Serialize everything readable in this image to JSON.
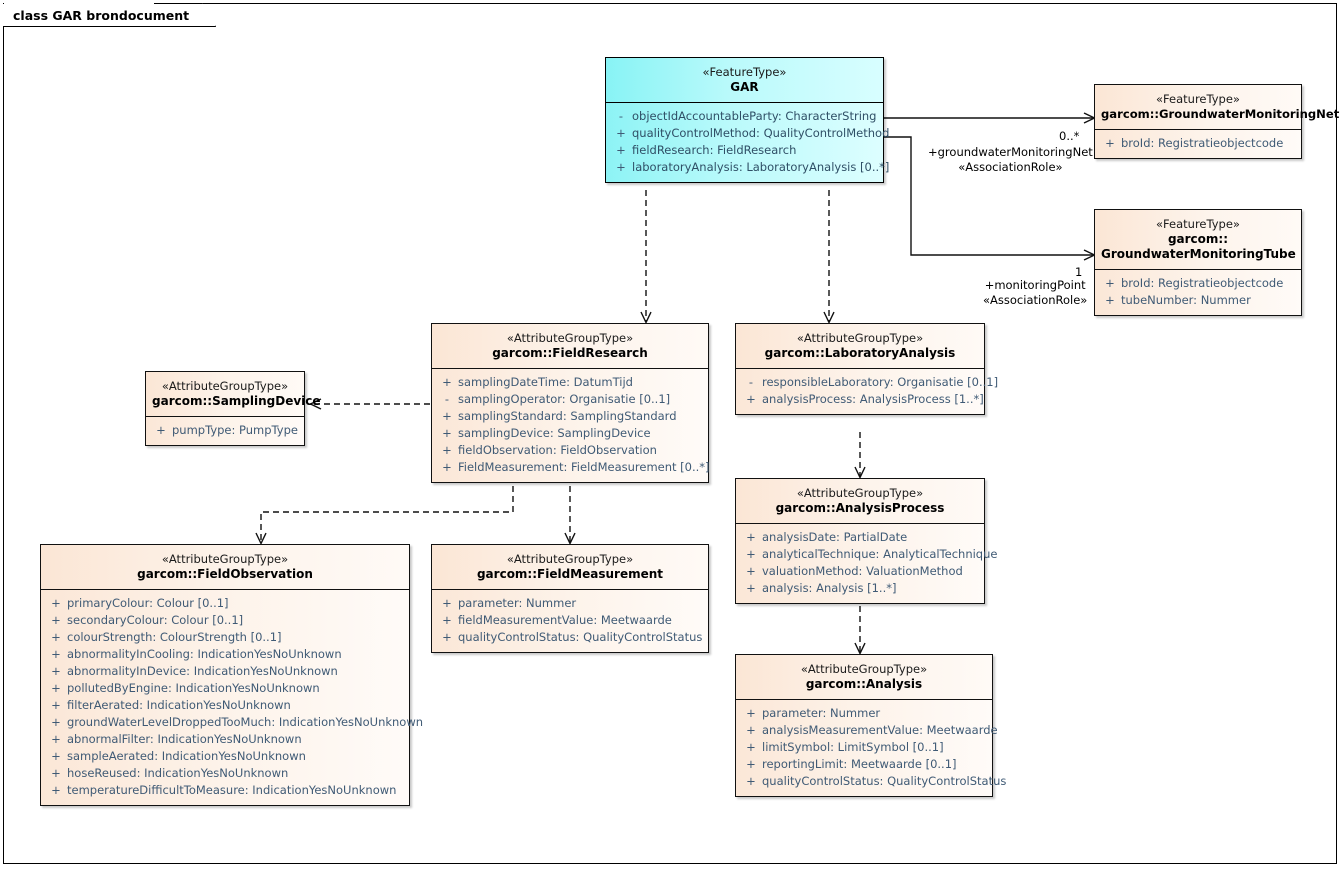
{
  "diagram": {
    "tab_label": "class GAR brondocument",
    "colors": {
      "feature_fill": "#cdfbfb",
      "attribute_group_fill": "#fdf1e6",
      "attr_text": "#3f5a75",
      "border": "#111111"
    }
  },
  "classes": {
    "gar": {
      "stereotype": "«FeatureType»",
      "name": "GAR",
      "attributes": [
        {
          "vis": "-",
          "text": "objectIdAccountableParty: CharacterString"
        },
        {
          "vis": "+",
          "text": "qualityControlMethod: QualityControlMethod"
        },
        {
          "vis": "+",
          "text": "fieldResearch: FieldResearch"
        },
        {
          "vis": "+",
          "text": "laboratoryAnalysis: LaboratoryAnalysis [0..*]"
        }
      ]
    },
    "gwmnet": {
      "stereotype": "«FeatureType»",
      "name": "garcom::GroundwaterMonitoringNet",
      "attributes": [
        {
          "vis": "+",
          "text": "broId: Registratieobjectcode"
        }
      ]
    },
    "gwmtube": {
      "stereotype": "«FeatureType»",
      "name_line1": "garcom::",
      "name_line2": "GroundwaterMonitoringTube",
      "attributes": [
        {
          "vis": "+",
          "text": "broId: Registratieobjectcode"
        },
        {
          "vis": "+",
          "text": "tubeNumber: Nummer"
        }
      ]
    },
    "fieldresearch": {
      "stereotype": "«AttributeGroupType»",
      "name": "garcom::FieldResearch",
      "attributes": [
        {
          "vis": "+",
          "text": "samplingDateTime: DatumTijd"
        },
        {
          "vis": "-",
          "text": "samplingOperator: Organisatie [0..1]"
        },
        {
          "vis": "+",
          "text": "samplingStandard: SamplingStandard"
        },
        {
          "vis": "+",
          "text": "samplingDevice: SamplingDevice"
        },
        {
          "vis": "+",
          "text": "fieldObservation: FieldObservation"
        },
        {
          "vis": "+",
          "text": "FieldMeasurement: FieldMeasurement [0..*]"
        }
      ]
    },
    "samplingdevice": {
      "stereotype": "«AttributeGroupType»",
      "name": "garcom::SamplingDevice",
      "attributes": [
        {
          "vis": "+",
          "text": "pumpType: PumpType"
        }
      ]
    },
    "laboratoryanalysis": {
      "stereotype": "«AttributeGroupType»",
      "name": "garcom::LaboratoryAnalysis",
      "attributes": [
        {
          "vis": "-",
          "text": "responsibleLaboratory: Organisatie [0..1]"
        },
        {
          "vis": "+",
          "text": "analysisProcess: AnalysisProcess [1..*]"
        }
      ]
    },
    "analysisprocess": {
      "stereotype": "«AttributeGroupType»",
      "name": "garcom::AnalysisProcess",
      "attributes": [
        {
          "vis": "+",
          "text": "analysisDate: PartialDate"
        },
        {
          "vis": "+",
          "text": "analyticalTechnique: AnalyticalTechnique"
        },
        {
          "vis": "+",
          "text": "valuationMethod: ValuationMethod"
        },
        {
          "vis": "+",
          "text": "analysis: Analysis [1..*]"
        }
      ]
    },
    "analysis": {
      "stereotype": "«AttributeGroupType»",
      "name": "garcom::Analysis",
      "attributes": [
        {
          "vis": "+",
          "text": "parameter: Nummer"
        },
        {
          "vis": "+",
          "text": "analysisMeasurementValue: Meetwaarde"
        },
        {
          "vis": "+",
          "text": "limitSymbol: LimitSymbol [0..1]"
        },
        {
          "vis": "+",
          "text": "reportingLimit: Meetwaarde [0..1]"
        },
        {
          "vis": "+",
          "text": "qualityControlStatus: QualityControlStatus"
        }
      ]
    },
    "fieldobservation": {
      "stereotype": "«AttributeGroupType»",
      "name": "garcom::FieldObservation",
      "attributes": [
        {
          "vis": "+",
          "text": "primaryColour: Colour [0..1]"
        },
        {
          "vis": "+",
          "text": "secondaryColour: Colour [0..1]"
        },
        {
          "vis": "+",
          "text": "colourStrength: ColourStrength [0..1]"
        },
        {
          "vis": "+",
          "text": "abnormalityInCooling: IndicationYesNoUnknown"
        },
        {
          "vis": "+",
          "text": "abnormalityInDevice: IndicationYesNoUnknown"
        },
        {
          "vis": "+",
          "text": "pollutedByEngine: IndicationYesNoUnknown"
        },
        {
          "vis": "+",
          "text": "filterAerated: IndicationYesNoUnknown"
        },
        {
          "vis": "+",
          "text": "groundWaterLevelDroppedTooMuch: IndicationYesNoUnknown"
        },
        {
          "vis": "+",
          "text": "abnormalFilter: IndicationYesNoUnknown"
        },
        {
          "vis": "+",
          "text": "sampleAerated: IndicationYesNoUnknown"
        },
        {
          "vis": "+",
          "text": "hoseReused: IndicationYesNoUnknown"
        },
        {
          "vis": "+",
          "text": "temperatureDifficultToMeasure: IndicationYesNoUnknown"
        }
      ]
    },
    "fieldmeasurement": {
      "stereotype": "«AttributeGroupType»",
      "name": "garcom::FieldMeasurement",
      "attributes": [
        {
          "vis": "+",
          "text": "parameter: Nummer"
        },
        {
          "vis": "+",
          "text": "fieldMeasurementValue: Meetwaarde"
        },
        {
          "vis": "+",
          "text": "qualityControlStatus: QualityControlStatus"
        }
      ]
    }
  },
  "connectors": {
    "gar_to_gwmnet": {
      "multiplicity": "0..*",
      "role": "+groundwaterMonitoringNet",
      "stereotype": "«AssociationRole»",
      "style": "association"
    },
    "gar_to_gwmtube": {
      "multiplicity": "1",
      "role": "+monitoringPoint",
      "stereotype": "«AssociationRole»",
      "style": "association"
    },
    "gar_to_fieldresearch": {
      "style": "dependency"
    },
    "gar_to_laboratoryanalysis": {
      "style": "dependency"
    },
    "fieldresearch_to_samplingdevice": {
      "style": "dependency"
    },
    "fieldresearch_to_fieldobservation": {
      "style": "dependency"
    },
    "fieldresearch_to_fieldmeasurement": {
      "style": "dependency"
    },
    "laboratoryanalysis_to_analysisprocess": {
      "style": "dependency"
    },
    "analysisprocess_to_analysis": {
      "style": "dependency"
    }
  }
}
